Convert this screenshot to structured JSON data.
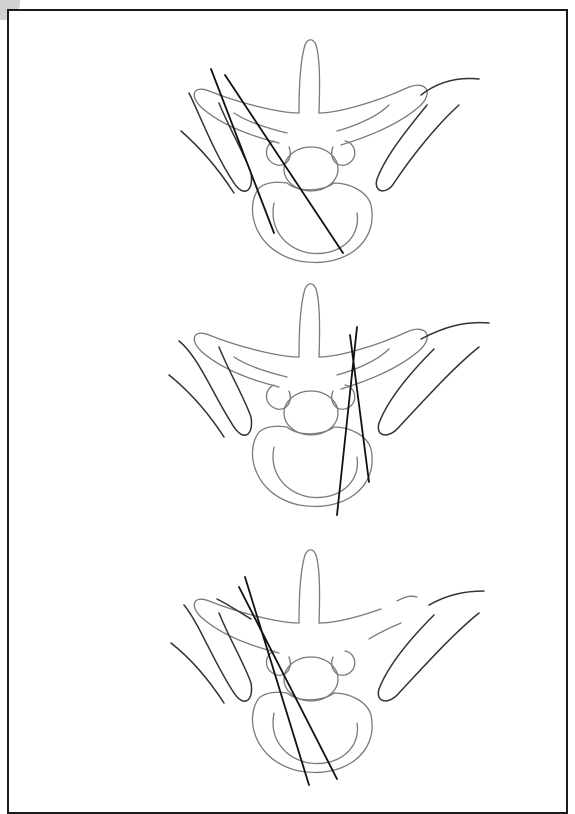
{
  "figure": {
    "panels": [
      {
        "id": "top",
        "trajectory_side": "left"
      },
      {
        "id": "middle",
        "trajectory_side": "right"
      },
      {
        "id": "bottom",
        "trajectory_side": "left"
      }
    ],
    "colors": {
      "bone_outline": "#7a7a7a",
      "rib_outline": "#333333",
      "trajectory": "#111111",
      "frame": "#1a1a1a"
    }
  }
}
